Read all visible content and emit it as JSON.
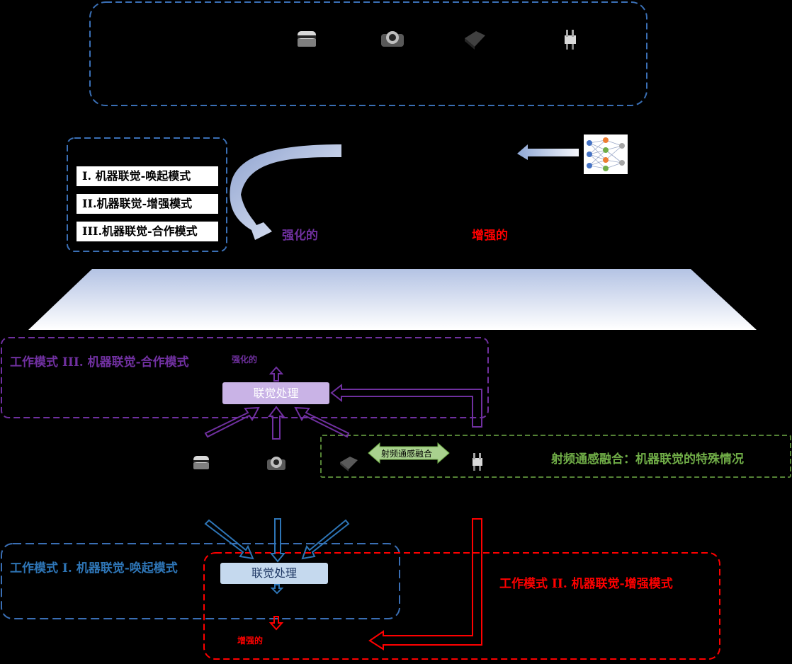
{
  "modes_panel": {
    "items": [
      "I. 机器联觉-唤起模式",
      "II.机器联觉-增强模式",
      "III.机器联觉-合作模式"
    ]
  },
  "labels": {
    "enhanced_purple_top": "强化的",
    "enhanced_red_top": "增强的",
    "enhanced_purple_small": "强化的",
    "enhanced_red_small": "增强的"
  },
  "mode3": {
    "title": "工作模式 III. 机器联觉-合作模式",
    "process_label": "联觉处理"
  },
  "mode1": {
    "title": "工作模式 I. 机器联觉-唤起模式",
    "process_label": "联觉处理"
  },
  "mode2": {
    "title": "工作模式 II. 机器联觉-增强模式"
  },
  "rf_fusion": {
    "arrow_label": "射频通感融合",
    "title": "射频通感融合：机器联觉的特殊情况"
  },
  "sensors": [
    "lidar-icon",
    "camera-icon",
    "radar-module-icon",
    "rf-antenna-icon"
  ],
  "colors": {
    "blue_dash": "#3a6fb5",
    "purple": "#7030a0",
    "purple_fill": "#c9b3e6",
    "red": "#ff0000",
    "green_dash": "#548235",
    "green_text": "#70ad47",
    "blue_fill": "#c5d9ee"
  }
}
